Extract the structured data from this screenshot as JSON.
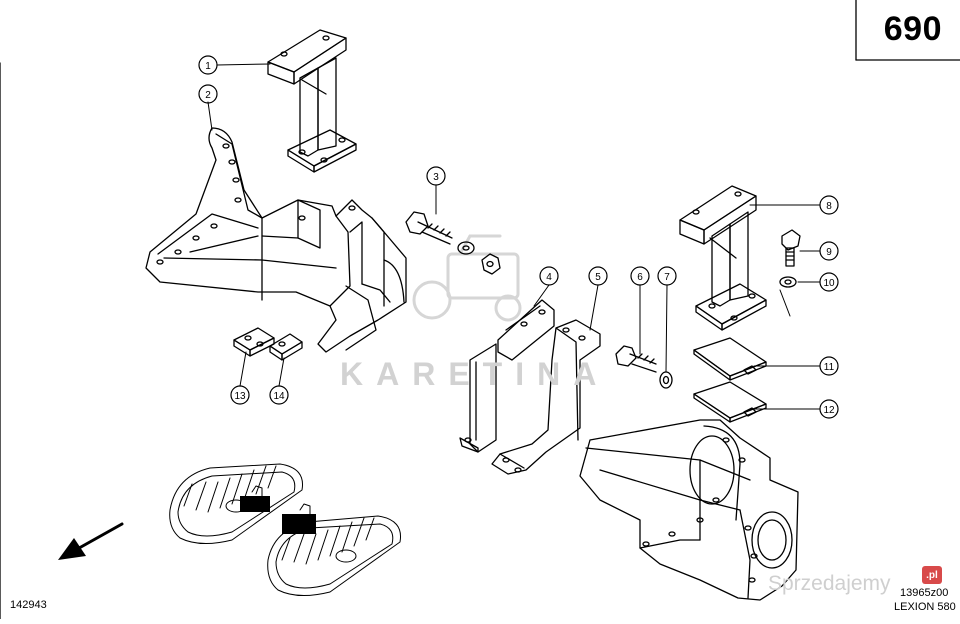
{
  "header": {
    "page_number": "690"
  },
  "footer": {
    "drawing_number": "142943",
    "reference_code": "13965z00",
    "model": "LEXION 580"
  },
  "watermark": {
    "text": "KARETINA"
  },
  "site_watermark": {
    "text": "Sprzedajemy",
    "badge": ".pl"
  },
  "callouts": [
    "1",
    "2",
    "3",
    "4",
    "5",
    "6",
    "7",
    "8",
    "9",
    "10",
    "11",
    "12",
    "13",
    "14"
  ],
  "colors": {
    "line": "#000000",
    "watermark": "#d2d2d2",
    "badge": "#d84a4a"
  }
}
